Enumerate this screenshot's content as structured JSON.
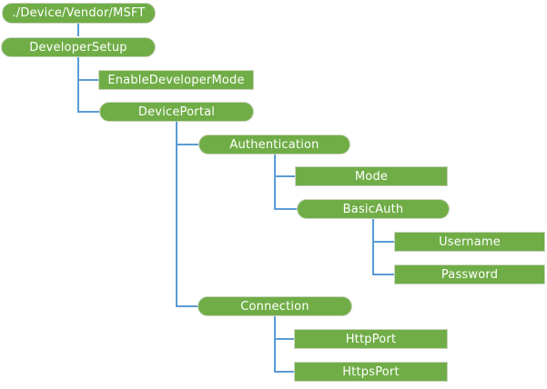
{
  "diagram": {
    "type": "hierarchy-tree",
    "nodes": {
      "msft": {
        "label": "./Device/Vendor/MSFT",
        "shape": "pill"
      },
      "developer_setup": {
        "label": "DeveloperSetup",
        "shape": "pill"
      },
      "enable_developer_mode": {
        "label": "EnableDeveloperMode",
        "shape": "rect"
      },
      "device_portal": {
        "label": "DevicePortal",
        "shape": "pill"
      },
      "authentication": {
        "label": "Authentication",
        "shape": "pill"
      },
      "mode": {
        "label": "Mode",
        "shape": "rect"
      },
      "basic_auth": {
        "label": "BasicAuth",
        "shape": "pill"
      },
      "username": {
        "label": "Username",
        "shape": "rect"
      },
      "password": {
        "label": "Password",
        "shape": "rect"
      },
      "connection": {
        "label": "Connection",
        "shape": "pill"
      },
      "http_port": {
        "label": "HttpPort",
        "shape": "rect"
      },
      "https_port": {
        "label": "HttpsPort",
        "shape": "rect"
      }
    },
    "edges": [
      [
        "msft",
        "developer_setup"
      ],
      [
        "developer_setup",
        "enable_developer_mode"
      ],
      [
        "developer_setup",
        "device_portal"
      ],
      [
        "device_portal",
        "authentication"
      ],
      [
        "device_portal",
        "connection"
      ],
      [
        "authentication",
        "mode"
      ],
      [
        "authentication",
        "basic_auth"
      ],
      [
        "basic_auth",
        "username"
      ],
      [
        "basic_auth",
        "password"
      ],
      [
        "connection",
        "http_port"
      ],
      [
        "connection",
        "https_port"
      ]
    ]
  },
  "colors": {
    "node_fill": "#70AD47",
    "node_border": "#CBD5C0",
    "node_text": "#FFFFFF",
    "connector": "#5B9BD5",
    "background": "#FFFFFF"
  }
}
